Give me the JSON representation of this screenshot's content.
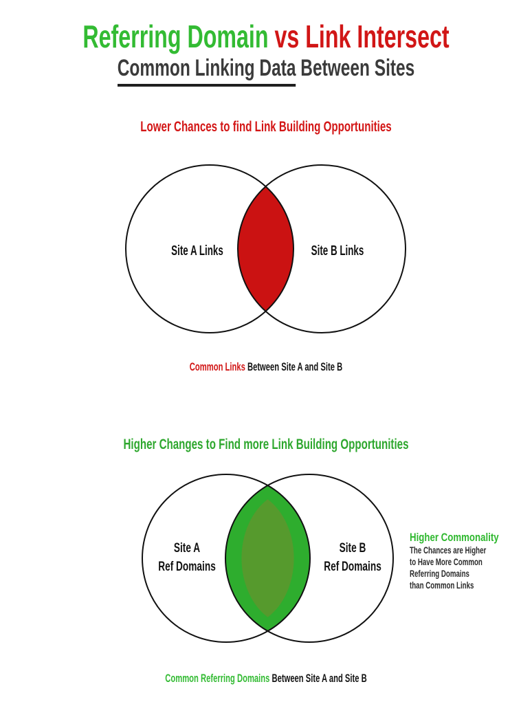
{
  "header": {
    "title_green": "Referring Domain",
    "title_red": " vs Link Intersect",
    "subtitle_underlined": "Common Linking Data",
    "subtitle_rest": " Between Sites"
  },
  "link_section": {
    "heading": "Lower Chances to find Link Building Opportunities",
    "venn": {
      "left_label": "Site A Links",
      "right_label": "Site B Links",
      "intersection_color": "#CB1212",
      "circle_stroke": "#111111"
    },
    "caption_highlight": "Common Links",
    "caption_rest": " Between Site A and Site B"
  },
  "domain_section": {
    "heading": "Higher Changes to Find more Link Building Opportunities",
    "venn": {
      "left_label_line1": "Site A",
      "left_label_line2": "Ref Domains",
      "right_label_line1": "Site B",
      "right_label_line2": "Ref Domains",
      "intersection_color": "#2EAD2E",
      "intersection_inner_color": "#569A2D",
      "circle_stroke": "#111111"
    },
    "side_note": {
      "title": "Higher Commonality",
      "lines": [
        "The Chances are Higher",
        "to Have More Common",
        "Referring Domains",
        "than Common Links"
      ]
    },
    "caption_highlight": "Common Referring Domains",
    "caption_rest": " Between Site A and Site B"
  },
  "colors": {
    "title_green": "#33BB33",
    "title_red": "#D11616",
    "subtitle_gray": "#3B3B3B",
    "heading_red": "#D31616",
    "heading_green": "#2EA72E",
    "side_note_green": "#2FB82F",
    "text_black": "#141414",
    "lens_red": "#CB1212",
    "lens_green": "#2EAD2E",
    "lens_green_dark": "#569A2D"
  }
}
